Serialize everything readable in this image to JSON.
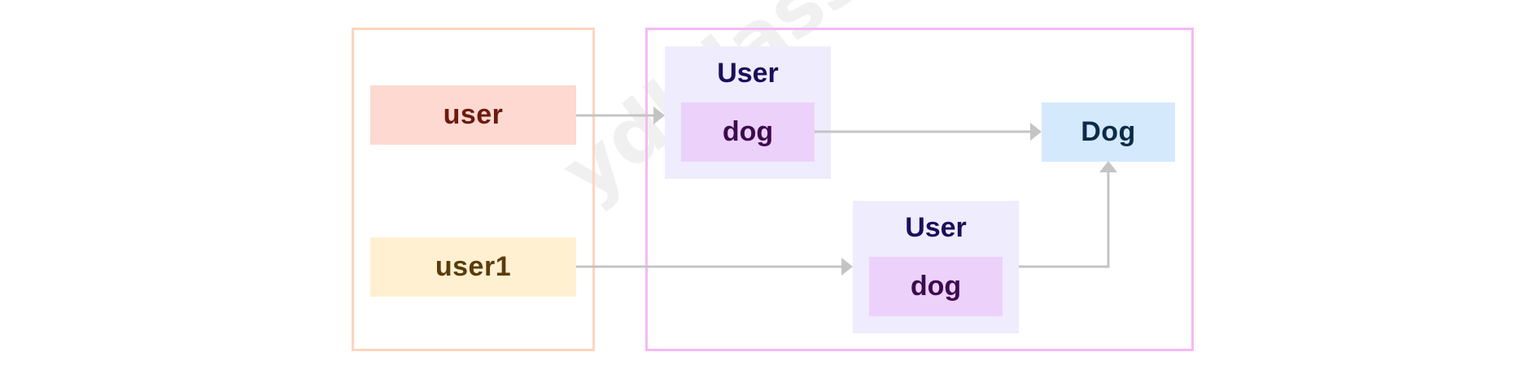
{
  "watermark": "ydlclass.com",
  "stack": {
    "vars": [
      {
        "label": "user"
      },
      {
        "label": "user1"
      }
    ]
  },
  "heap": {
    "objects": [
      {
        "title": "User",
        "field": "dog"
      },
      {
        "title": "User",
        "field": "dog"
      }
    ],
    "class_box": {
      "label": "Dog"
    }
  },
  "colors": {
    "stack_border": "#fdd5bd",
    "heap_border": "#f7b8f5",
    "arrow": "#c4c4c4"
  }
}
